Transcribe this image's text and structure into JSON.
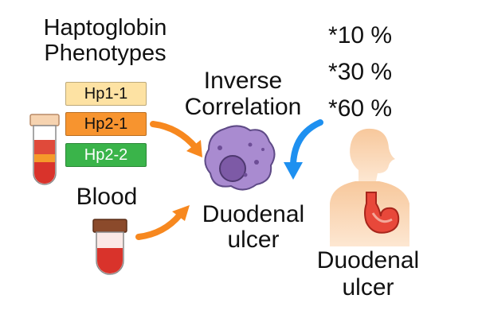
{
  "diagram": {
    "left_title": [
      "Haptoglobin",
      "Phenotypes"
    ],
    "phenotypes": [
      {
        "label": "Hp1-1",
        "color": "#fde2a3"
      },
      {
        "label": "Hp2-1",
        "color": "#f7942f"
      },
      {
        "label": "Hp2-2",
        "color": "#3ab44a"
      }
    ],
    "blood_label": "Blood",
    "center_title": [
      "Inverse",
      "Correlation"
    ],
    "center_ulcer": [
      "Duodenal",
      "ulcer"
    ],
    "right_ulcer": [
      "Duodenal",
      "ulcer"
    ],
    "percentages": [
      {
        "prefix": "*",
        "value": "10 %"
      },
      {
        "prefix": "*",
        "value": "30 %"
      },
      {
        "prefix": "*",
        "value": "60 %"
      }
    ],
    "colors": {
      "orange_arrow": "#f7881f",
      "blue_arrow": "#1e90f0",
      "cell_fill": "#a98bd0",
      "body_fill": "#f7c89c",
      "stomach_fill": "#e8483a",
      "blood_red": "#d9332b"
    },
    "icons": [
      "test-tube-icon",
      "blood-tube-icon",
      "cell-icon",
      "human-torso-icon",
      "stomach-icon"
    ]
  }
}
